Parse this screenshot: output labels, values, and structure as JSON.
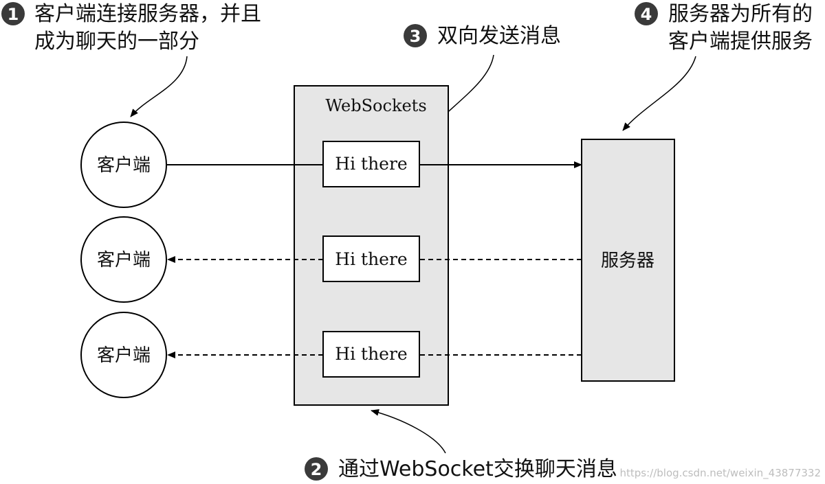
{
  "annotations": {
    "a1": {
      "number": "1",
      "line1": "客户端连接服务器，并且",
      "line2": "成为聊天的一部分"
    },
    "a2": {
      "number": "2",
      "line1": "通过WebSocket交换聊天消息"
    },
    "a3": {
      "number": "3",
      "line1": "双向发送消息"
    },
    "a4": {
      "number": "4",
      "line1": "服务器为所有的",
      "line2": "客户端提供服务"
    }
  },
  "clients": [
    "客户端",
    "客户端",
    "客户端"
  ],
  "websockets": {
    "title": "WebSockets",
    "messages": [
      "Hi there",
      "Hi there",
      "Hi there"
    ]
  },
  "server": {
    "label": "服务器"
  },
  "watermark": "https://blog.csdn.net/weixin_43877332",
  "colors": {
    "box_fill": "#e6e6e6",
    "line": "#000000",
    "badge": "#3a3a3a"
  }
}
